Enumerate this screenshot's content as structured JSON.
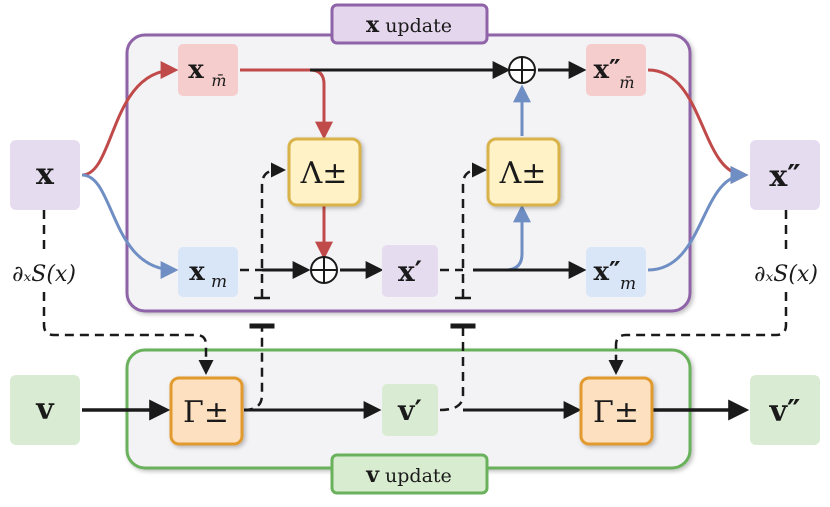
{
  "colors": {
    "x_update_border": "#8e63a8",
    "x_update_tab_fill": "#e4d6ec",
    "v_update_border": "#6ab15c",
    "v_update_tab_fill": "#d8ecd0",
    "panel_fill": "#f3f3f5",
    "red_arrow": "#c04a4a",
    "blue_arrow": "#6f8fc4",
    "purple_box": "#e6dcef",
    "red_box": "#f6cdcd",
    "blue_box": "#d9e6f8",
    "yellow_box": "#fff2c6",
    "yellow_border": "#d9b34a",
    "orange_box": "#fde0c0",
    "orange_border": "#e29a2d",
    "green_box": "#d9ecd3",
    "black": "#1a1a1a"
  },
  "panels": {
    "x_update": {
      "bold": "x",
      "rest": " update"
    },
    "v_update": {
      "bold": "v",
      "rest": " update"
    }
  },
  "nodes": {
    "x_in": "x",
    "x_mbar": "x",
    "x_mbar_sub": "m̄",
    "x_m": "x",
    "x_m_sub": "m",
    "lambda_1": "Λ±",
    "lambda_2": "Λ±",
    "x_prime": "x′",
    "x_mbar_pp": "x″",
    "x_mbar_pp_sub": "m̄",
    "x_m_pp": "x″",
    "x_m_pp_sub": "m",
    "x_out": "x″",
    "v_in": "v",
    "gamma_1": "Γ±",
    "v_prime": "v′",
    "gamma_2": "Γ±",
    "v_out": "v″",
    "oplus_top": "⊕",
    "oplus_bottom": "⊕"
  },
  "annotations": {
    "grad_left": "∂ₓS(x)",
    "grad_right": "∂ₓS(x)"
  }
}
